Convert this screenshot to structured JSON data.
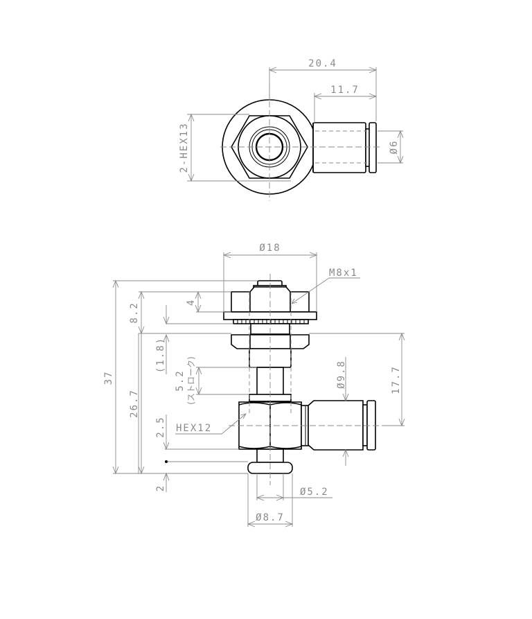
{
  "drawing": {
    "top_view": {
      "width_overall": "20.4",
      "tube_length": "11.7",
      "hex_label": "2-HEX13",
      "tube_diameter": "Ø6"
    },
    "front_view": {
      "flange_diameter": "Ø18",
      "thread": "M8x1",
      "height_overall": "37",
      "nut_height": "4",
      "upper_section": "8.2",
      "gap": "(1.8)",
      "stroke_value": "5.2",
      "stroke_label": "(ストローク)",
      "lower_section": "26.7",
      "body_diameter": "Ø9.8",
      "port_height": "17.7",
      "hex_label": "HEX12",
      "bottom_offset": "2.5",
      "pad_thickness": "2",
      "stem_diameter": "Ø5.2",
      "pad_diameter": "Ø8.7"
    }
  },
  "colors": {
    "outline": "#000000",
    "dimension": "#8a8a8a",
    "background": "#ffffff"
  }
}
